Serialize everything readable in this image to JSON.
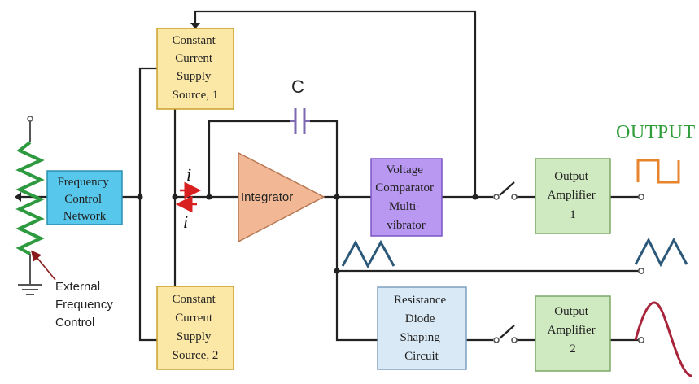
{
  "blocks": {
    "ccs1": [
      "Constant",
      "Current",
      "Supply",
      "Source, 1"
    ],
    "ccs2": [
      "Constant",
      "Current",
      "Supply",
      "Source, 2"
    ],
    "freq_net": [
      "Frequency",
      "Control",
      "Network"
    ],
    "integrator": "Integrator",
    "comparator": [
      "Voltage",
      "Comparator",
      "Multi-",
      "vibrator"
    ],
    "amp1": [
      "Output",
      "Amplifier",
      "1"
    ],
    "amp2": [
      "Output",
      "Amplifier",
      "2"
    ],
    "shaper": [
      "Resistance",
      "Diode",
      "Shaping",
      "Circuit"
    ]
  },
  "labels": {
    "capacitor": "C",
    "current_top": "i",
    "current_bottom": "i",
    "output": "OUTPUT",
    "external": [
      "External",
      "Frequency",
      "Control"
    ]
  },
  "colors": {
    "ccs_fill": "#fbe7a6",
    "ccs_stroke": "#c9a02a",
    "freq_fill": "#57c8ec",
    "freq_stroke": "#2a8fb0",
    "integrator_fill": "#f2b896",
    "integrator_stroke": "#b87a55",
    "comparator_fill": "#b998f2",
    "comparator_stroke": "#7c55c4",
    "amp_fill": "#cfe9c0",
    "amp_stroke": "#7aa866",
    "shaper_fill": "#d9e9f6",
    "shaper_stroke": "#7f9fbd",
    "square_wave": "#e8842c",
    "triangle_wave": "#2b5879",
    "sine_wave": "#a8243a",
    "resistor": "#2d9a3f",
    "capacitor": "#7b68b0",
    "arrow": "#d92020",
    "external_arrow": "#8b1a1a",
    "output_text": "#2f9e3a"
  }
}
